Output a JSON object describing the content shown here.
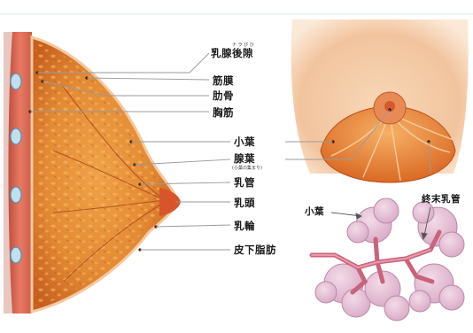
{
  "labels": {
    "pectoralis_ruby": "ナ ラ び ひ",
    "pectoralis_space": "乳腺後隙",
    "fascia": "筋膜",
    "ribs": "肋骨",
    "pectoral_muscle": "胸筋",
    "lobule": "小葉",
    "lobe": "腺葉",
    "lobe_sub": "(小葉の集まり)",
    "duct": "乳管",
    "nipple": "乳頭",
    "areola": "乳輪",
    "subcutaneous_fat": "皮下脂肪",
    "inset_lobule": "小葉",
    "inset_terminal_duct": "終末乳管"
  },
  "colors": {
    "tissue": "#e8a04a",
    "tissue_dark": "#c2541a",
    "muscle": "#c83a2a",
    "lobule_pink": "#e6bfd6",
    "duct_pink": "#d9788e",
    "leader": "#9a9a9a"
  }
}
